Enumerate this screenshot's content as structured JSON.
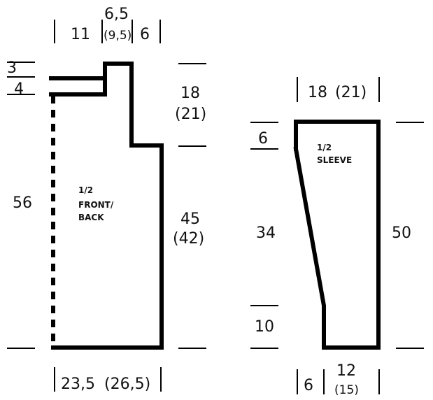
{
  "front_back": {
    "label_line1": "1/2",
    "label_line2": "FRONT/",
    "label_line3": "BACK",
    "top_left_width": "11",
    "neck_width": "6,5",
    "neck_width_alt": "(9,5)",
    "shoulder_width": "6",
    "neck_drop_back": "3",
    "neck_drop_front": "4",
    "body_height": "56",
    "armhole_depth": "18",
    "armhole_depth_alt": "(21)",
    "side_length": "45",
    "side_length_alt": "(42)",
    "bottom_width": "23,5",
    "bottom_width_alt": "(26,5)"
  },
  "sleeve": {
    "label_line1": "1/2",
    "label_line2": "SLEEVE",
    "top_width": "18",
    "top_width_alt": "(21)",
    "cap_height": "6",
    "taper_length": "34",
    "cuff_height": "10",
    "total_length": "50",
    "cuff_inset": "6",
    "cuff_width": "12",
    "cuff_width_alt": "(15)"
  }
}
